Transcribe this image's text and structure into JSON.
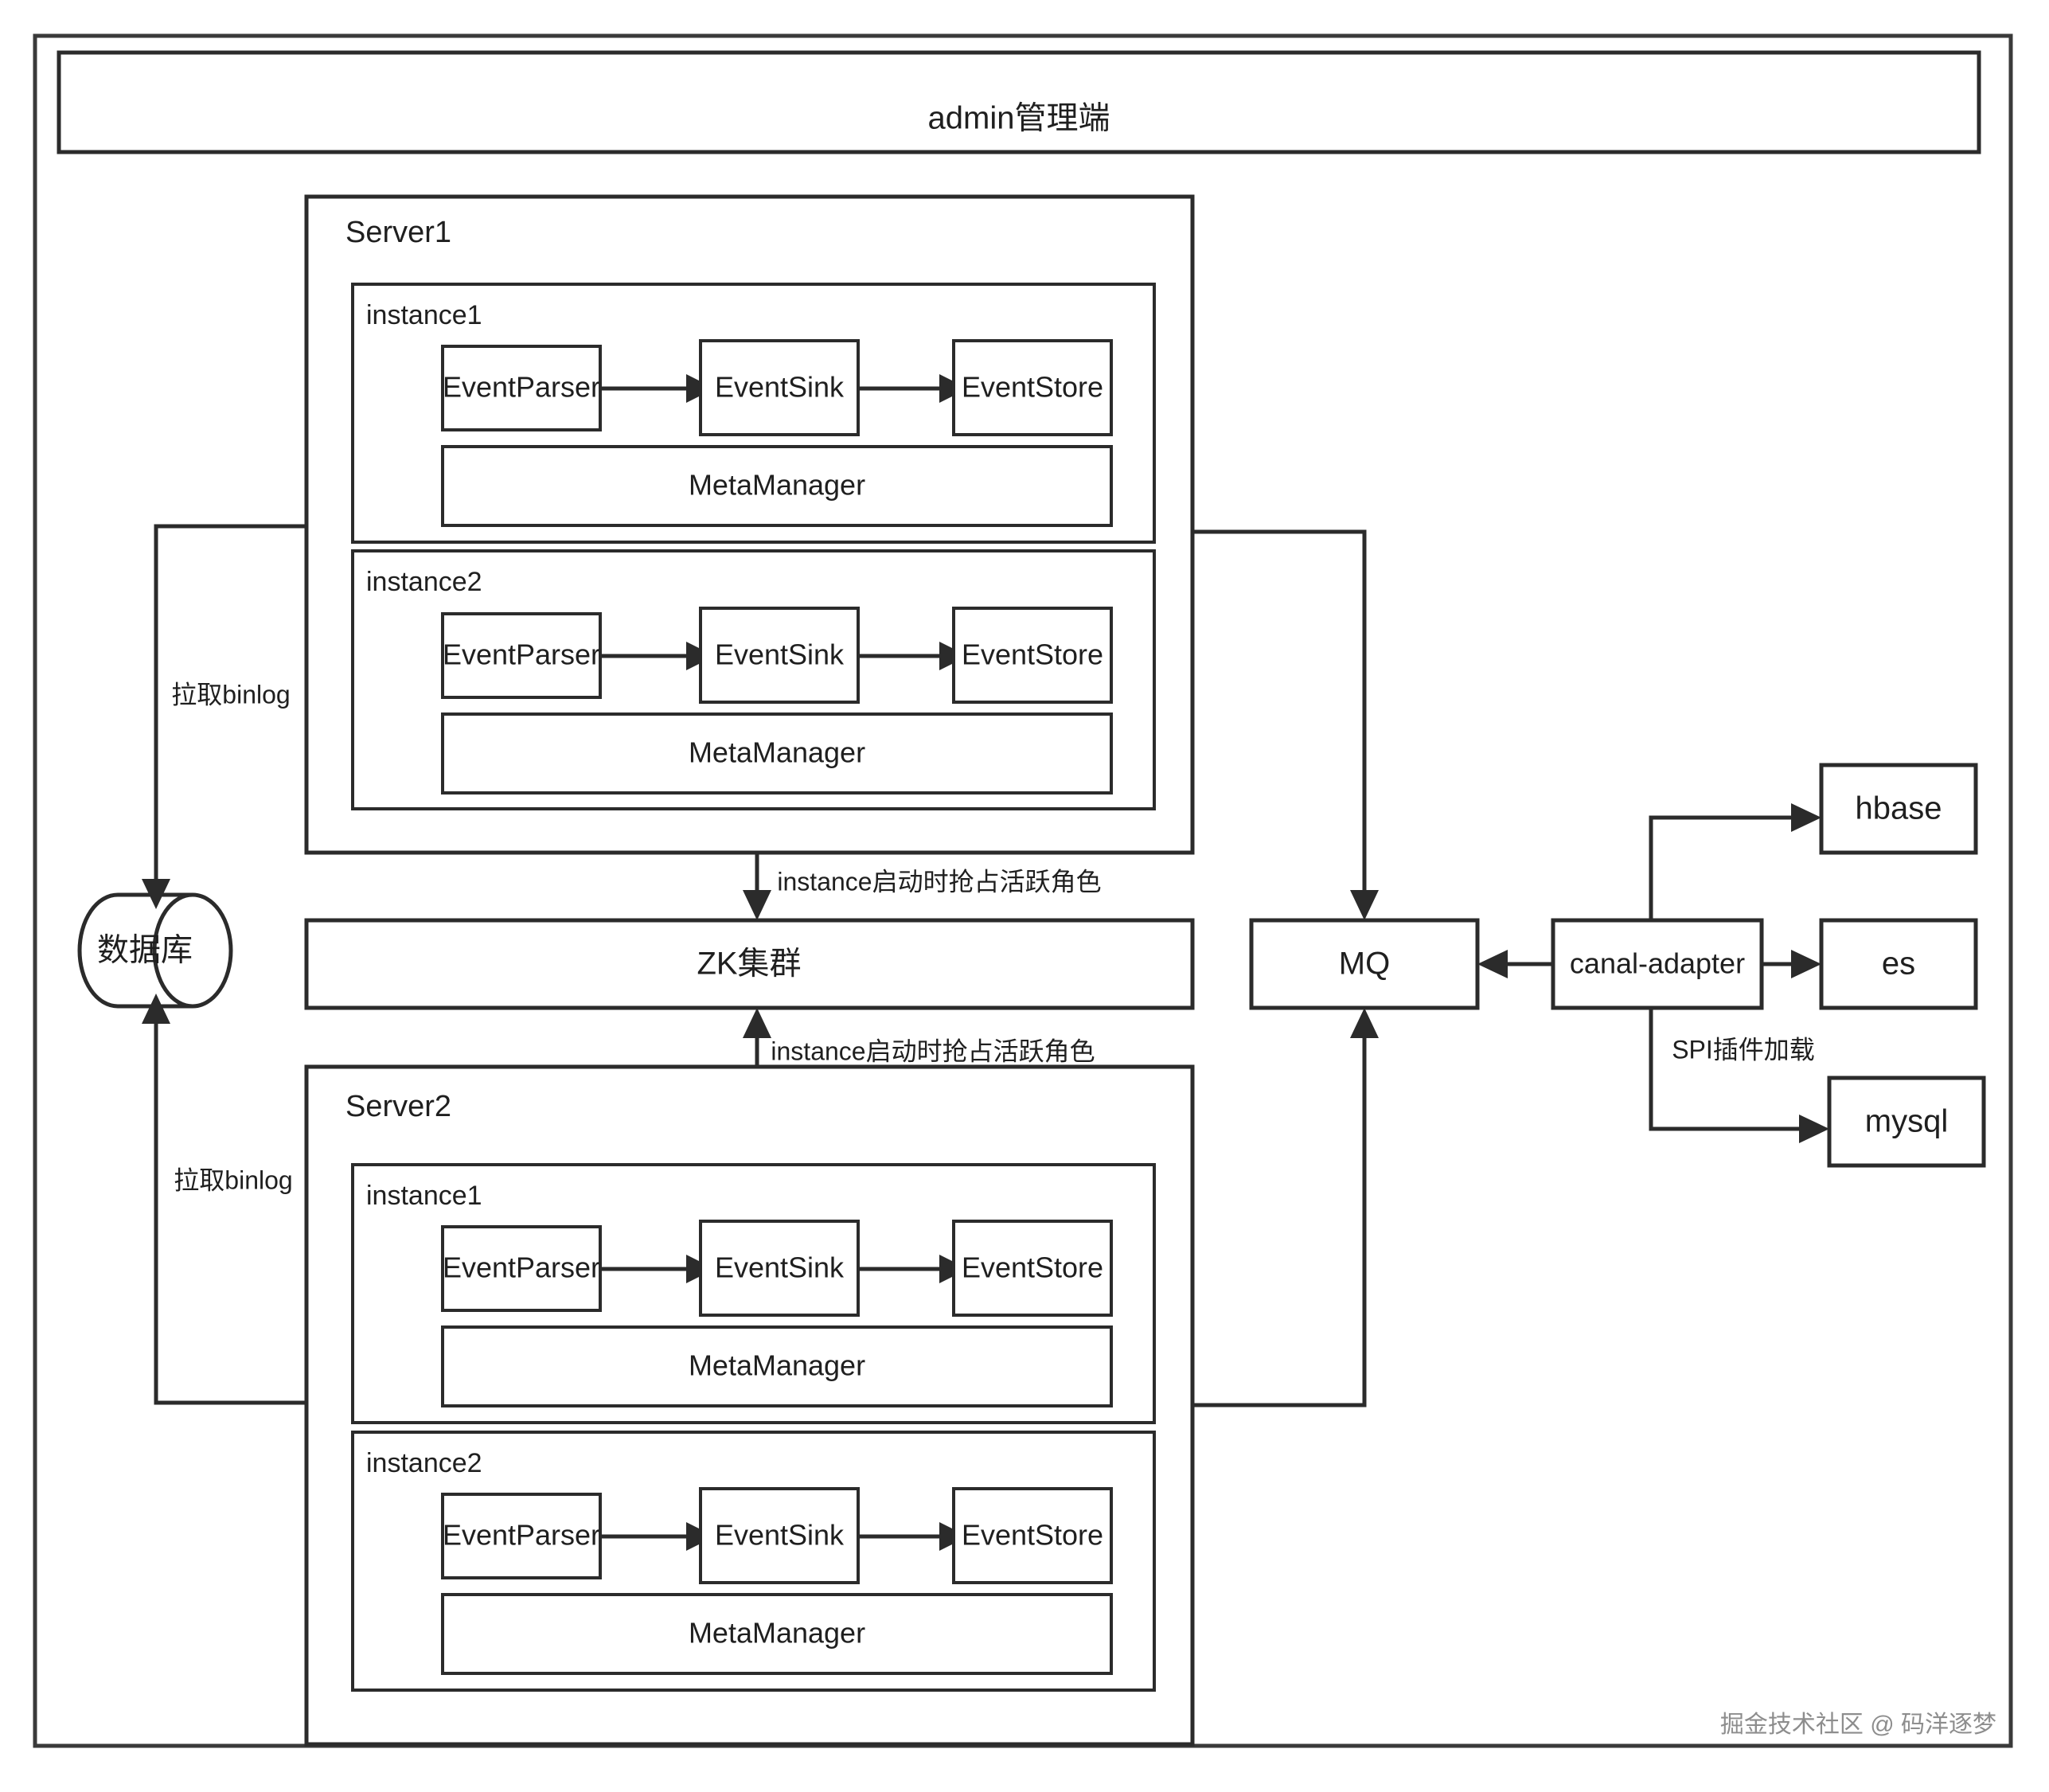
{
  "diagram": {
    "title_box": {
      "label": "admin管理端"
    },
    "servers": [
      {
        "id": "server1",
        "label": "Server1",
        "instances": [
          {
            "id": "server1-instance1",
            "label": "instance1",
            "pipeline": [
              "EventParser",
              "EventSink",
              "EventStore"
            ],
            "meta": "MetaManager"
          },
          {
            "id": "server1-instance2",
            "label": "instance2",
            "pipeline": [
              "EventParser",
              "EventSink",
              "EventStore"
            ],
            "meta": "MetaManager"
          }
        ]
      },
      {
        "id": "server2",
        "label": "Server2",
        "instances": [
          {
            "id": "server2-instance1",
            "label": "instance1",
            "pipeline": [
              "EventParser",
              "EventSink",
              "EventStore"
            ],
            "meta": "MetaManager"
          },
          {
            "id": "server2-instance2",
            "label": "instance2",
            "pipeline": [
              "EventParser",
              "EventSink",
              "EventStore"
            ],
            "meta": "MetaManager"
          }
        ]
      }
    ],
    "nodes": {
      "database": "数据库",
      "zk_cluster": "ZK集群",
      "mq": "MQ",
      "canal_adapter": "canal-adapter",
      "hbase": "hbase",
      "es": "es",
      "mysql": "mysql"
    },
    "edge_labels": {
      "pull_binlog_top": "拉取binlog",
      "pull_binlog_bottom": "拉取binlog",
      "zk_claim_top": "instance启动时抢占活跃角色",
      "zk_claim_bottom": "instance启动时抢占活跃角色",
      "spi_plugin": "SPI插件加载"
    },
    "watermark": "掘金技术社区 @ 码洋逐梦",
    "colors": {
      "line": "#2b2b2b",
      "text": "#1f1f1f",
      "background": "#ffffff",
      "watermark": "#8d8d8d"
    }
  }
}
